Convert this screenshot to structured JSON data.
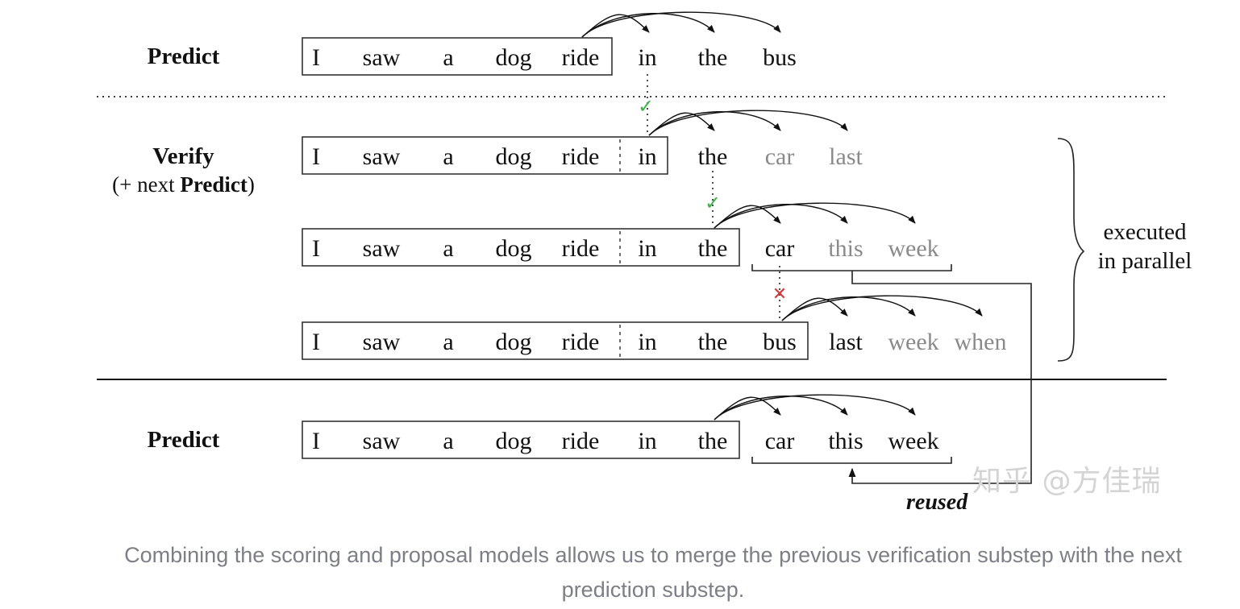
{
  "labels": {
    "predict_top": "Predict",
    "verify": "Verify",
    "verify_sub_prefix": "(+ next ",
    "verify_sub_bold": "Predict",
    "verify_sub_suffix": ")",
    "predict_bottom": "Predict",
    "executed_line1": "executed",
    "executed_line2": "in parallel",
    "reused": "reused"
  },
  "rows": [
    {
      "id": "predict-top",
      "tokens": [
        "I",
        "saw",
        "a",
        "dog",
        "ride",
        "in",
        "the",
        "bus"
      ],
      "gray": []
    },
    {
      "id": "verify-1",
      "tokens": [
        "I",
        "saw",
        "a",
        "dog",
        "ride",
        "in",
        "the",
        "car",
        "last"
      ],
      "gray": [
        7,
        8
      ]
    },
    {
      "id": "verify-2",
      "tokens": [
        "I",
        "saw",
        "a",
        "dog",
        "ride",
        "in",
        "the",
        "car",
        "this",
        "week"
      ],
      "gray": [
        8,
        9
      ]
    },
    {
      "id": "verify-3",
      "tokens": [
        "I",
        "saw",
        "a",
        "dog",
        "ride",
        "in",
        "the",
        "bus",
        "last",
        "week",
        "when"
      ],
      "gray": [
        9,
        10
      ]
    },
    {
      "id": "predict-bottom",
      "tokens": [
        "I",
        "saw",
        "a",
        "dog",
        "ride",
        "in",
        "the",
        "car",
        "this",
        "week"
      ],
      "gray": []
    }
  ],
  "marks": {
    "accept": "✓",
    "reject": "✕"
  },
  "watermark": "知乎 @方佳瑞",
  "caption": "Combining the scoring and proposal models allows us to merge the previous verification substep with the next prediction substep.",
  "colors": {
    "accept": "#3cb34a",
    "reject": "#d23b3b",
    "gray_token": "#8a8a8a",
    "caption": "#7d7f86"
  }
}
